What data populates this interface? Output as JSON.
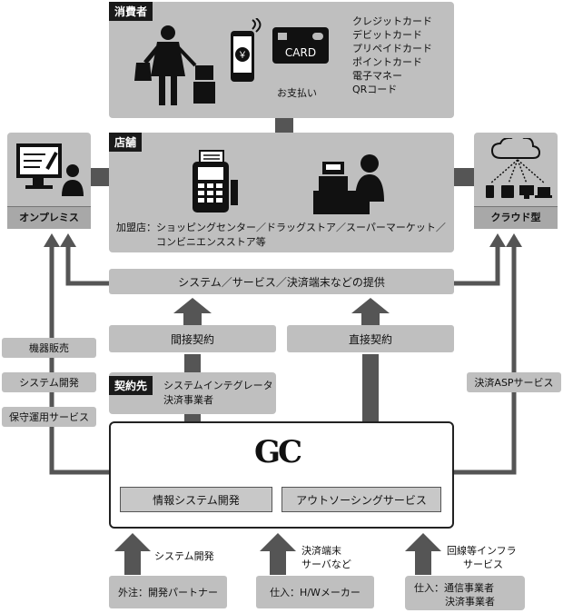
{
  "consumer": {
    "tag": "消費者",
    "pay_label": "お支払い",
    "card_label": "CARD",
    "yen_symbol": "￥",
    "methods": [
      "クレジットカード",
      "デビットカード",
      "プリペイドカード",
      "ポイントカード",
      "電子マネー",
      "QRコード"
    ]
  },
  "store": {
    "tag": "店舗",
    "merchants_line1": "加盟店：ショッピングセンター／ドラッグストア／スーパーマーケット／",
    "merchants_line2": "コンビニエンスストア等"
  },
  "onpremise": {
    "label": "オンプレミス"
  },
  "cloud": {
    "label": "クラウド型"
  },
  "provision": {
    "label": "システム／サービス／決済端末などの提供"
  },
  "contracts": {
    "indirect": "間接契約",
    "direct": "直接契約"
  },
  "contractor": {
    "tag": "契約先",
    "line1": "システムインテグレータ",
    "line2": "決済事業者"
  },
  "left_services": [
    "機器販売",
    "システム開発",
    "保守運用サービス"
  ],
  "right_service": "決済ASPサービス",
  "gc": {
    "logo": "GC",
    "service1": "情報システム開発",
    "service2": "アウトソーシングサービス"
  },
  "inputs": [
    {
      "arrow_label": "システム開発",
      "box": "外注：開発パートナー"
    },
    {
      "arrow_label_1": "決済端末",
      "arrow_label_2": "サーバなど",
      "box": "仕入：H/Wメーカー"
    },
    {
      "arrow_label_1": "回線等インフラ",
      "arrow_label_2": "サービス",
      "box_1": "仕入：通信事業者",
      "box_2": "決済事業者"
    }
  ],
  "colors": {
    "box_grey": "#bfbfbf",
    "arrow_dark": "#555555",
    "tag_black": "#1a1a1a"
  }
}
